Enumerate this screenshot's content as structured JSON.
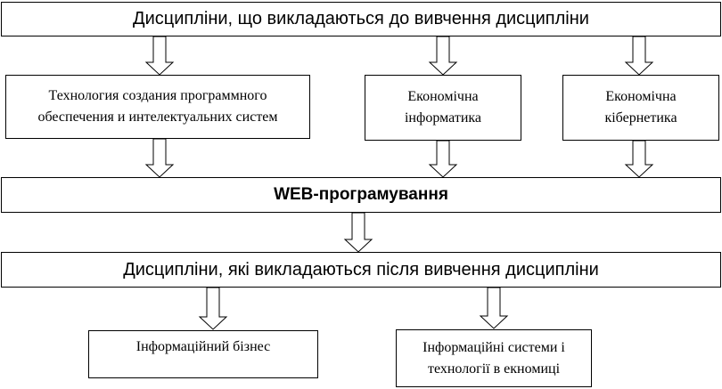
{
  "prerequisites_header": "Дисципліни, що викладаються до вивчення дисципліни",
  "prerequisite_courses": [
    "Технология создания программного\nобеспечения и интелектуальних систем",
    "Економічна\nінформатика",
    "Економічна\nкібернетика"
  ],
  "main_course": "WEB-програмування",
  "followup_header": "Дисципліни, які викладаються після вивчення дисципліни",
  "followup_courses": [
    "Інформаційний бізнес",
    "Інформаційні системи і\nтехнології в екномиці"
  ]
}
